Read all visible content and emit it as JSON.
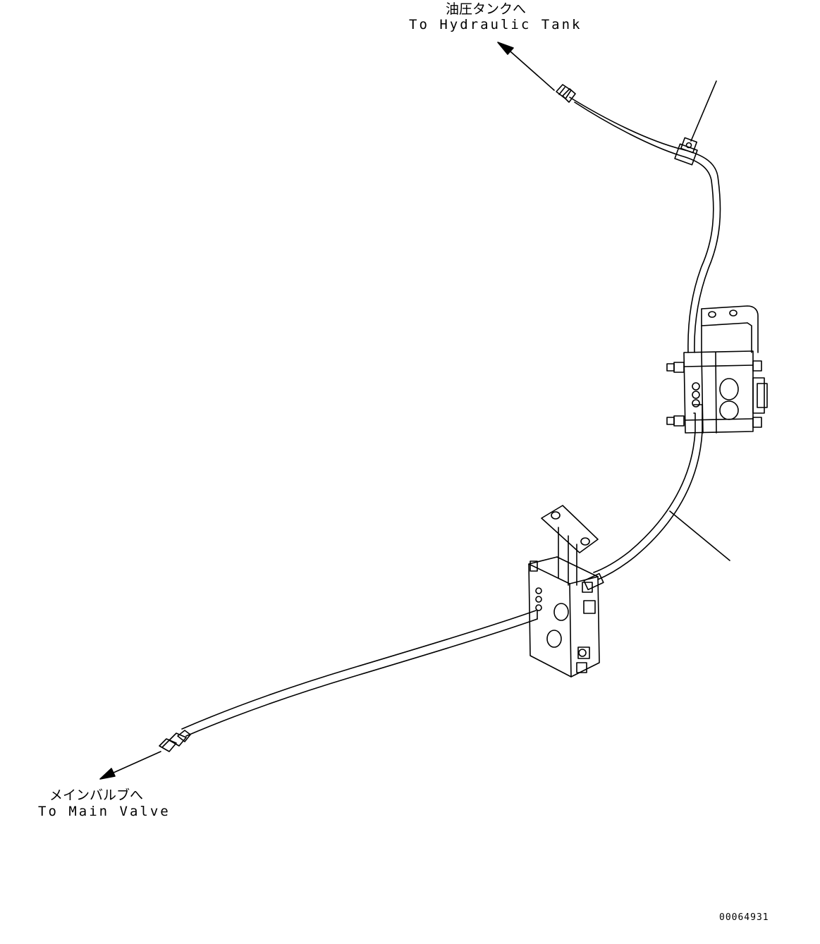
{
  "labels": {
    "to_tank_jp": "油圧タンクへ",
    "to_tank_en": "To Hydraulic Tank",
    "to_main_jp": "メインバルブへ",
    "to_main_en": "To Main Valve"
  },
  "figure_number": "00064931",
  "colors": {
    "line": "#000000",
    "background": "#ffffff"
  }
}
